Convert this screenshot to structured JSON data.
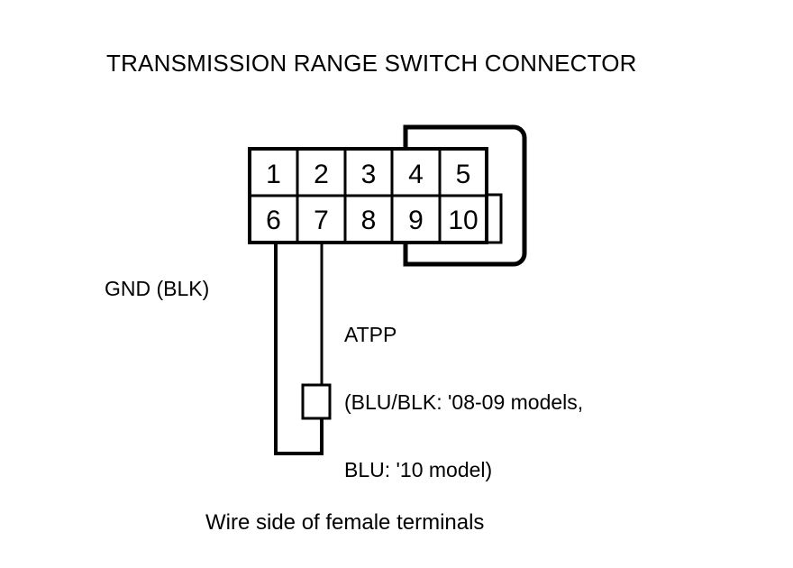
{
  "diagram": {
    "title": "TRANSMISSION RANGE SWITCH CONNECTOR",
    "caption": "Wire side of female terminals",
    "background_color": "#ffffff",
    "line_color": "#000000"
  },
  "connector": {
    "name": "transmission-range-switch-connector",
    "total_pins": 10,
    "rows": 2,
    "columns": 5,
    "top_row": [
      {
        "number": "1"
      },
      {
        "number": "2"
      },
      {
        "number": "3"
      },
      {
        "number": "4"
      },
      {
        "number": "5"
      }
    ],
    "bottom_row": [
      {
        "number": "6"
      },
      {
        "number": "7"
      },
      {
        "number": "8"
      },
      {
        "number": "9"
      },
      {
        "number": "10"
      }
    ]
  },
  "labels": {
    "gnd": "GND (BLK)",
    "atpp_name": "ATPP",
    "atpp_detail_line1": "(BLU/BLK: '08-09 models,",
    "atpp_detail_line2": "BLU: '10 model)"
  },
  "wires": [
    {
      "name": "gnd-wire",
      "from_pin": "6",
      "label": "GND (BLK)"
    },
    {
      "name": "atpp-wire",
      "from_pin": "7",
      "label": "ATPP"
    }
  ]
}
